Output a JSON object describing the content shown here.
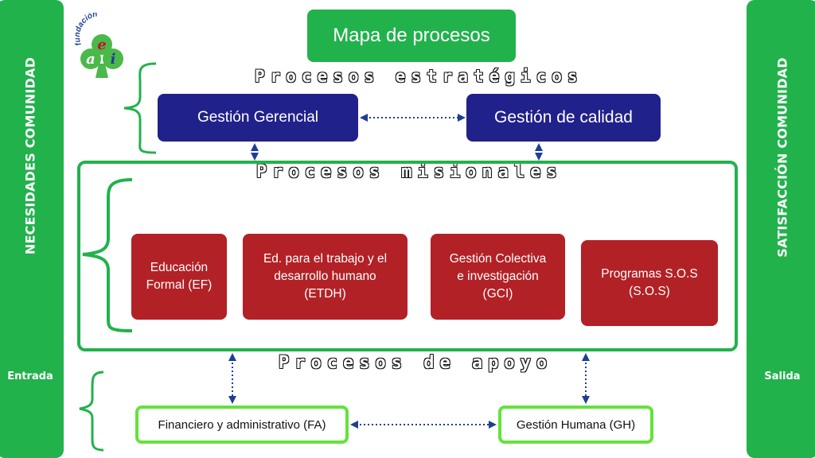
{
  "title": "Mapa de procesos",
  "left_bar": {
    "vertical": "NECESIDADES COMUNIDAD",
    "small": "Entrada"
  },
  "right_bar": {
    "vertical": "SATISFACCIÓN COMUNIDAD",
    "small": "Salida"
  },
  "logo": {
    "text": "fundación",
    "letters": [
      "a",
      "e",
      "i"
    ]
  },
  "strategic": {
    "title": "Procesos estratégicos",
    "boxes": [
      "Gestión Gerencial",
      "Gestión de calidad"
    ]
  },
  "missional": {
    "title": "Procesos misionales",
    "boxes": [
      {
        "line1": "Educación",
        "line2": "Formal (EF)"
      },
      {
        "line1": "Ed. para el trabajo y el",
        "line2": "desarrollo humano",
        "line3": "(ETDH)"
      },
      {
        "line1": "Gestión Colectiva",
        "line2": "e investigación",
        "line3": "(GCI)"
      },
      {
        "line1": "Programas S.O.S",
        "line2": "(S.O.S)"
      }
    ]
  },
  "support": {
    "title": "Procesos de apoyo",
    "boxes": [
      "Financiero y administrativo (FA)",
      "Gestión Humana (GH)"
    ]
  },
  "colors": {
    "green": "#22b24c",
    "light_green": "#63e33a",
    "navy": "#21218b",
    "red": "#b22126",
    "logo_green": "#4bb84a",
    "logo_red": "#c8102e",
    "logo_blue": "#1c3f94"
  }
}
